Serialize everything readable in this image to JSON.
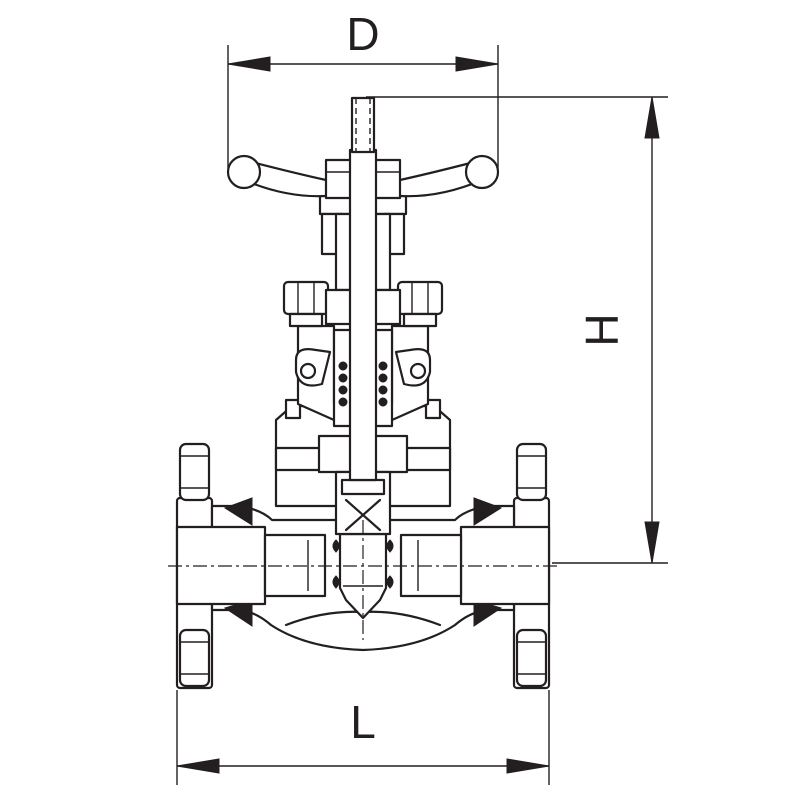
{
  "labels": {
    "d": "D",
    "h": "H",
    "l": "L"
  },
  "colors": {
    "line": "#231f20",
    "background": "#ffffff"
  }
}
